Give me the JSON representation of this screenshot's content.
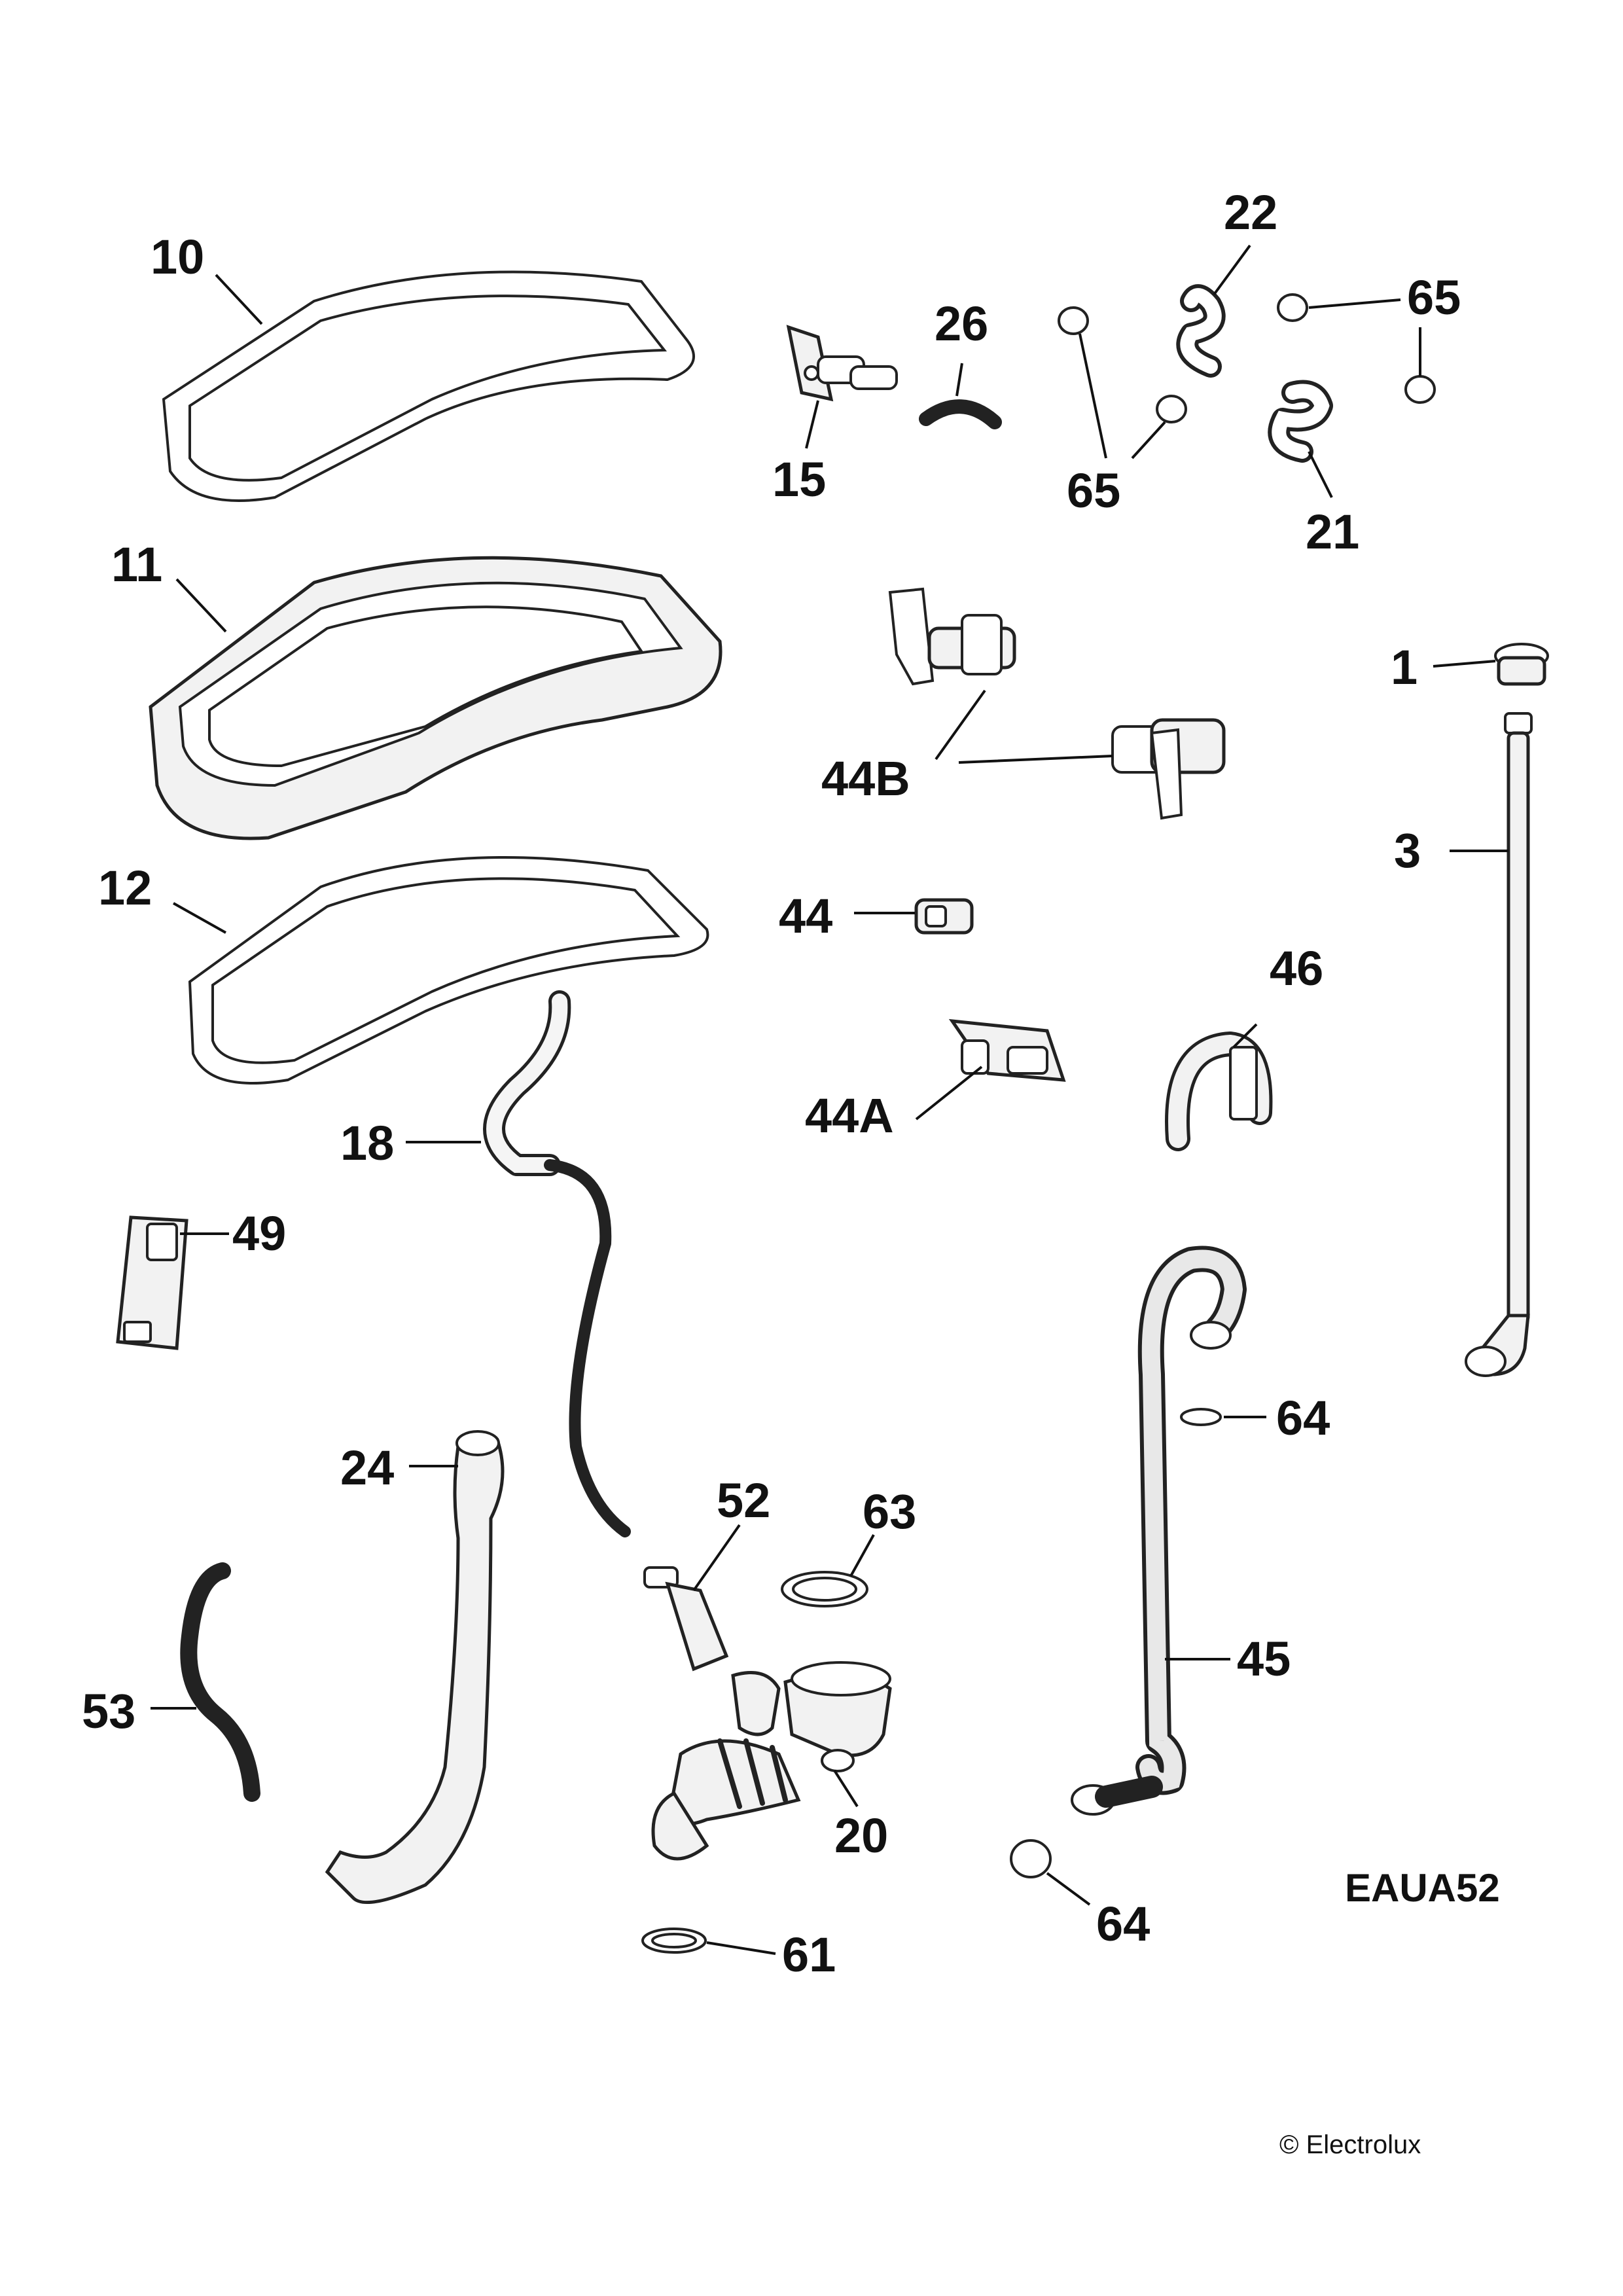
{
  "diagram": {
    "labels": {
      "p1": "1",
      "p3": "3",
      "p10": "10",
      "p11": "11",
      "p12": "12",
      "p15": "15",
      "p18": "18",
      "p20": "20",
      "p21": "21",
      "p22": "22",
      "p24": "24",
      "p26": "26",
      "p44": "44",
      "p44A": "44A",
      "p44B": "44B",
      "p45": "45",
      "p46": "46",
      "p49": "49",
      "p52": "52",
      "p53": "53",
      "p61": "61",
      "p63": "63",
      "p64": "64",
      "p65": "65"
    },
    "drawing_code": "EAUA52",
    "copyright": "© Electrolux"
  }
}
